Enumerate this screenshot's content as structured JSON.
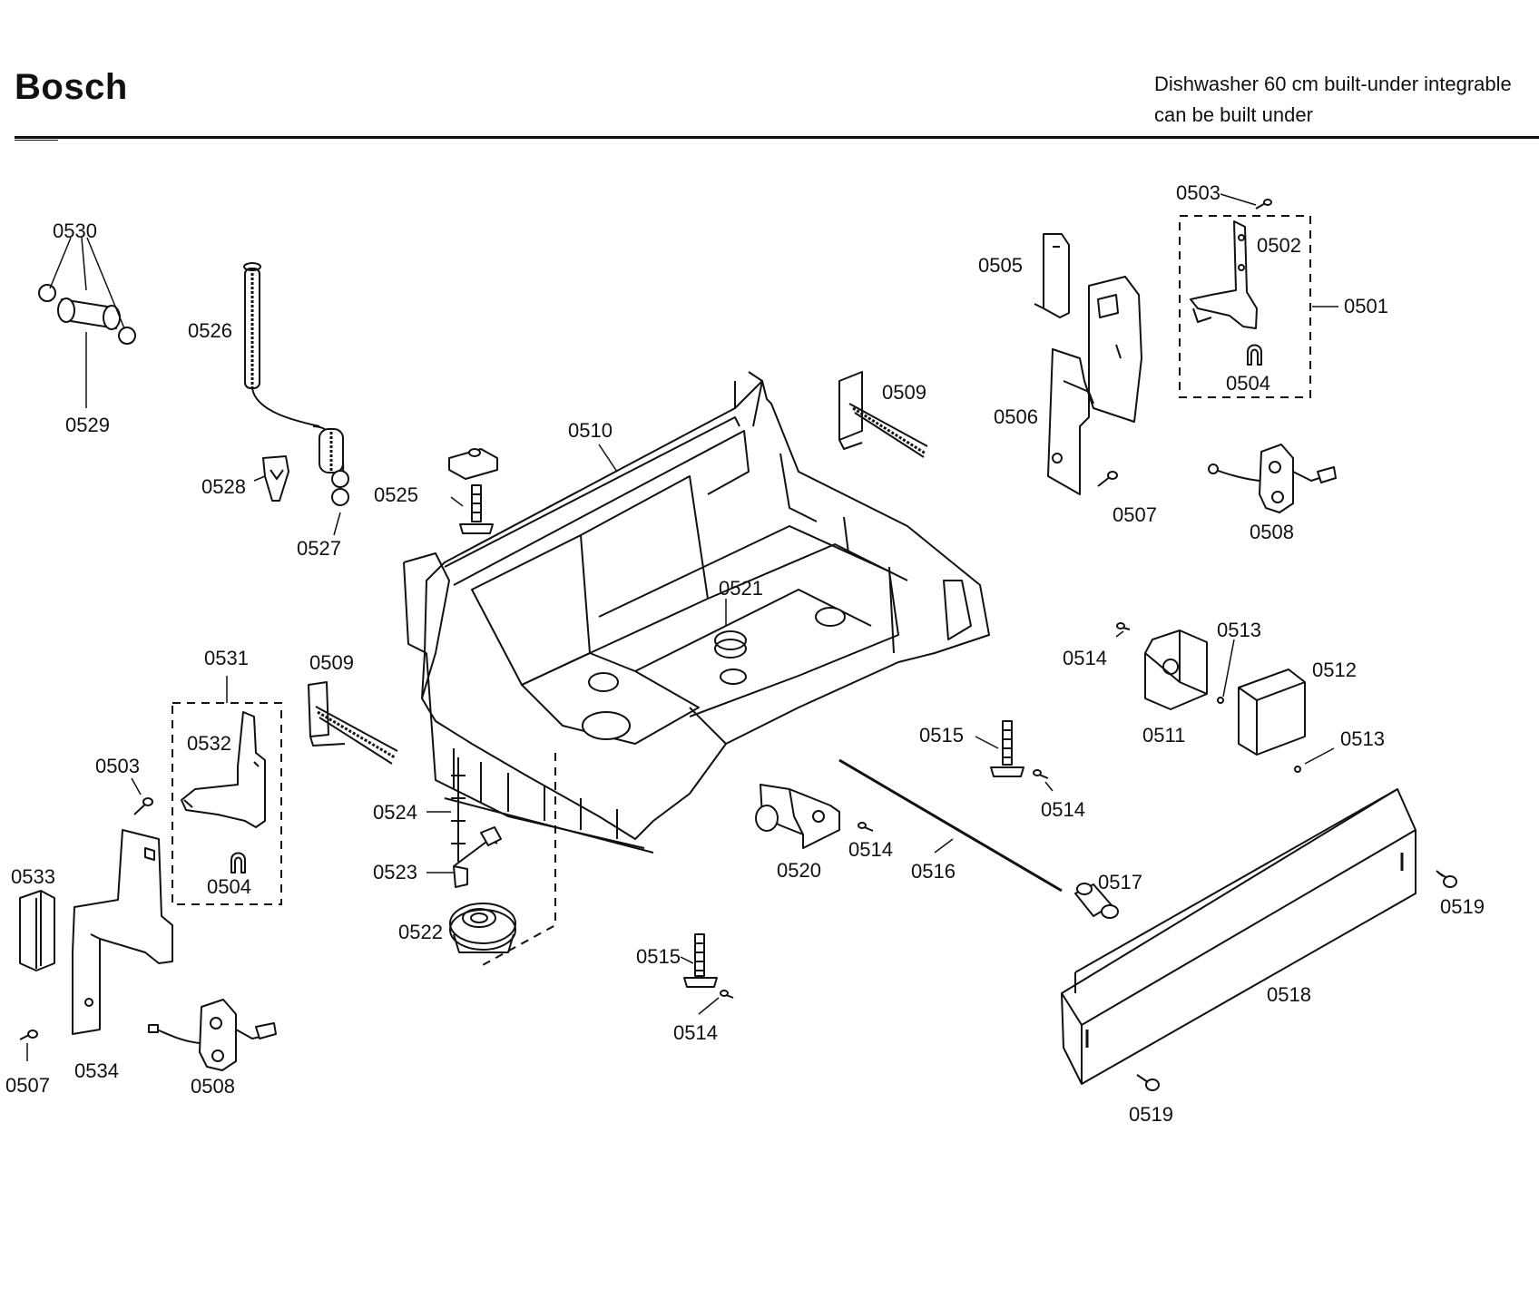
{
  "header": {
    "brand": "Bosch",
    "description_line1": "Dishwasher 60 cm built-under integrable",
    "description_line2": "can be built under"
  },
  "labels": {
    "p0501": "0501",
    "p0502": "0502",
    "p0503a": "0503",
    "p0503b": "0503",
    "p0504a": "0504",
    "p0504b": "0504",
    "p0505": "0505",
    "p0506": "0506",
    "p0507a": "0507",
    "p0507b": "0507",
    "p0508a": "0508",
    "p0508b": "0508",
    "p0509a": "0509",
    "p0509b": "0509",
    "p0510": "0510",
    "p0511": "0511",
    "p0512": "0512",
    "p0513a": "0513",
    "p0513b": "0513",
    "p0514a": "0514",
    "p0514b": "0514",
    "p0514c": "0514",
    "p0514d": "0514",
    "p0515a": "0515",
    "p0515b": "0515",
    "p0516": "0516",
    "p0517": "0517",
    "p0518": "0518",
    "p0519a": "0519",
    "p0519b": "0519",
    "p0520": "0520",
    "p0521": "0521",
    "p0522": "0522",
    "p0523": "0523",
    "p0524": "0524",
    "p0525": "0525",
    "p0526": "0526",
    "p0527": "0527",
    "p0528": "0528",
    "p0529": "0529",
    "p0530": "0530",
    "p0531": "0531",
    "p0532": "0532",
    "p0533": "0533",
    "p0534": "0534"
  }
}
